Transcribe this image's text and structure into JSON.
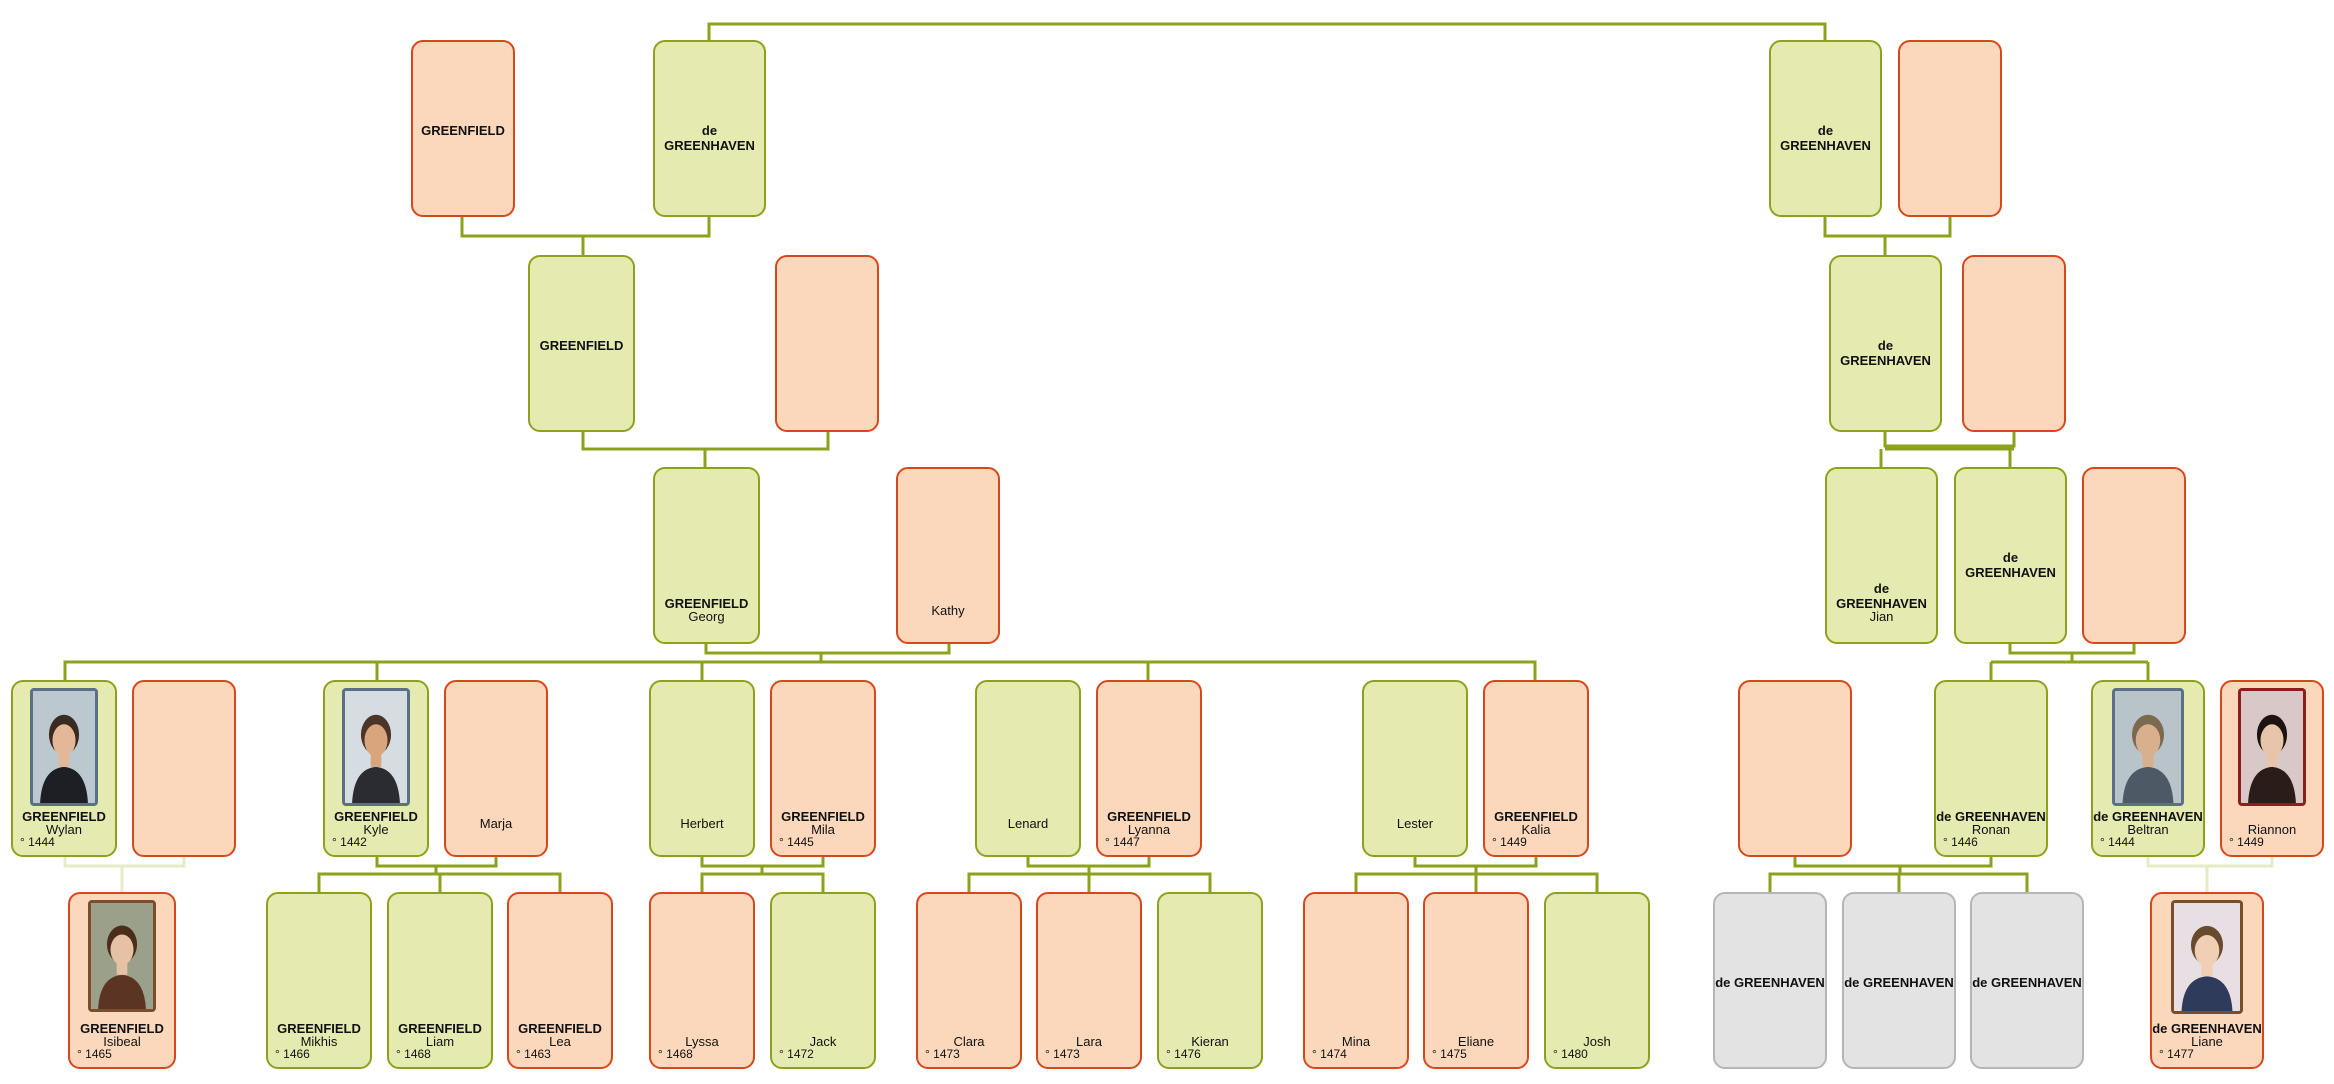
{
  "colors": {
    "male_fill": "#e5ebb0",
    "male_border": "#8ea11d",
    "female_fill": "#fbd8bc",
    "female_border": "#d5481c",
    "unknown_fill": "#e3e3e3",
    "unknown_border": "#b5b5b5",
    "line": "#8ea11d",
    "line_faded": "#e6ebc3"
  },
  "birth_marker": "°",
  "people": {
    "p1": {
      "surname": "GREENFIELD",
      "given": "",
      "birth": "",
      "gender": "female"
    },
    "p2": {
      "surname": "de GREENHAVEN",
      "given": "",
      "birth": "",
      "gender": "male"
    },
    "p3": {
      "surname": "de GREENHAVEN",
      "given": "",
      "birth": "",
      "gender": "male"
    },
    "p4": {
      "surname": "",
      "given": "",
      "birth": "",
      "gender": "female"
    },
    "p5": {
      "surname": "GREENFIELD",
      "given": "",
      "birth": "",
      "gender": "male"
    },
    "p6": {
      "surname": "",
      "given": "",
      "birth": "",
      "gender": "female"
    },
    "p7": {
      "surname": "de GREENHAVEN",
      "given": "",
      "birth": "",
      "gender": "male"
    },
    "p8": {
      "surname": "",
      "given": "",
      "birth": "",
      "gender": "female"
    },
    "p9": {
      "surname": "GREENFIELD",
      "given": "Georg",
      "birth": "",
      "gender": "male"
    },
    "p10": {
      "surname": "",
      "given": "Kathy",
      "birth": "",
      "gender": "female"
    },
    "p11": {
      "surname": "de GREENHAVEN",
      "given": "Jian",
      "birth": "",
      "gender": "male"
    },
    "p12": {
      "surname": "de GREENHAVEN",
      "given": "",
      "birth": "",
      "gender": "male"
    },
    "p13": {
      "surname": "",
      "given": "",
      "birth": "",
      "gender": "female"
    },
    "p14": {
      "surname": "GREENFIELD",
      "given": "Wylan",
      "birth": "1444",
      "gender": "male",
      "photo": "portrait-wylan"
    },
    "p15": {
      "surname": "",
      "given": "",
      "birth": "",
      "gender": "female"
    },
    "p16": {
      "surname": "GREENFIELD",
      "given": "Kyle",
      "birth": "1442",
      "gender": "male",
      "photo": "portrait-kyle"
    },
    "p17": {
      "surname": "",
      "given": "Marja",
      "birth": "",
      "gender": "female"
    },
    "p18": {
      "surname": "",
      "given": "Herbert",
      "birth": "",
      "gender": "male"
    },
    "p19": {
      "surname": "GREENFIELD",
      "given": "Mila",
      "birth": "1445",
      "gender": "female"
    },
    "p20": {
      "surname": "",
      "given": "Lenard",
      "birth": "",
      "gender": "male"
    },
    "p21": {
      "surname": "GREENFIELD",
      "given": "Lyanna",
      "birth": "1447",
      "gender": "female"
    },
    "p22": {
      "surname": "",
      "given": "Lester",
      "birth": "",
      "gender": "male"
    },
    "p23": {
      "surname": "GREENFIELD",
      "given": "Kalia",
      "birth": "1449",
      "gender": "female"
    },
    "p24": {
      "surname": "",
      "given": "",
      "birth": "",
      "gender": "female"
    },
    "p25": {
      "surname": "de GREENHAVEN",
      "given": "Ronan",
      "birth": "1446",
      "gender": "male"
    },
    "p26": {
      "surname": "de GREENHAVEN",
      "given": "Beltran",
      "birth": "1444",
      "gender": "male",
      "photo": "portrait-beltran"
    },
    "p27": {
      "surname": "",
      "given": "Riannon",
      "birth": "1449",
      "gender": "female",
      "photo": "portrait-riannon"
    },
    "p28": {
      "surname": "GREENFIELD",
      "given": "Isibeal",
      "birth": "1465",
      "gender": "female",
      "photo": "portrait-isibeal"
    },
    "p29": {
      "surname": "GREENFIELD",
      "given": "Mikhis",
      "birth": "1466",
      "gender": "male"
    },
    "p30": {
      "surname": "GREENFIELD",
      "given": "Liam",
      "birth": "1468",
      "gender": "male"
    },
    "p31": {
      "surname": "GREENFIELD",
      "given": "Lea",
      "birth": "1463",
      "gender": "female"
    },
    "p32": {
      "surname": "",
      "given": "Lyssa",
      "birth": "1468",
      "gender": "female"
    },
    "p33": {
      "surname": "",
      "given": "Jack",
      "birth": "1472",
      "gender": "male"
    },
    "p34": {
      "surname": "",
      "given": "Clara",
      "birth": "1473",
      "gender": "female"
    },
    "p35": {
      "surname": "",
      "given": "Lara",
      "birth": "1473",
      "gender": "female"
    },
    "p36": {
      "surname": "",
      "given": "Kieran",
      "birth": "1476",
      "gender": "male"
    },
    "p37": {
      "surname": "",
      "given": "Mina",
      "birth": "1474",
      "gender": "female"
    },
    "p38": {
      "surname": "",
      "given": "Eliane",
      "birth": "1475",
      "gender": "female"
    },
    "p39": {
      "surname": "",
      "given": "Josh",
      "birth": "1480",
      "gender": "male"
    },
    "p40": {
      "surname": "de GREENHAVEN",
      "given": "",
      "birth": "",
      "gender": "unknown"
    },
    "p41": {
      "surname": "de GREENHAVEN",
      "given": "",
      "birth": "",
      "gender": "unknown"
    },
    "p42": {
      "surname": "de GREENHAVEN",
      "given": "",
      "birth": "",
      "gender": "unknown"
    },
    "p43": {
      "surname": "de GREENHAVEN",
      "given": "Liane",
      "birth": "1477",
      "gender": "female",
      "photo": "portrait-liane"
    }
  }
}
